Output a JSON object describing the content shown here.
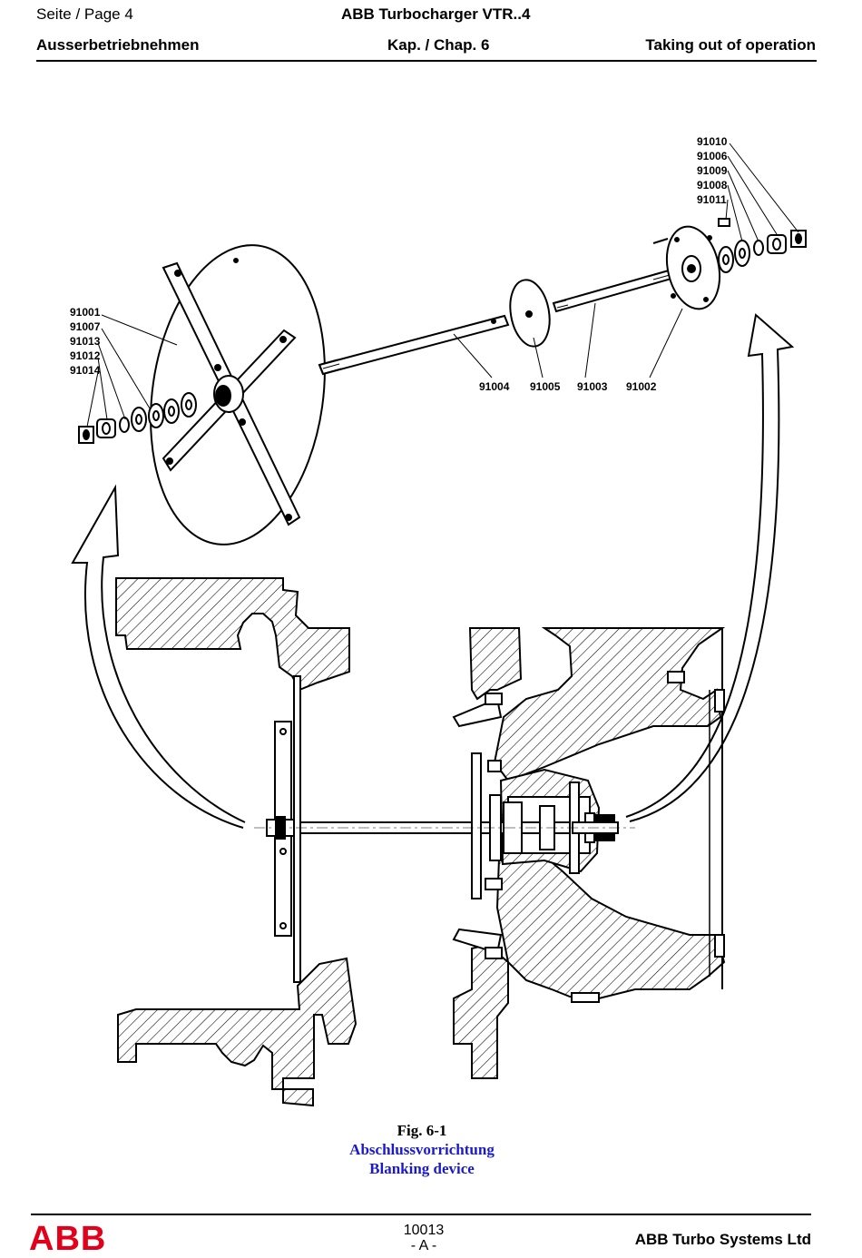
{
  "header": {
    "page_label": "Seite / Page  4",
    "doc_title": "ABB Turbocharger VTR..4",
    "section_de": "Ausserbetriebnehmen",
    "chapter": "Kap. / Chap. 6",
    "section_en": "Taking out of operation"
  },
  "parts": {
    "left_stack": [
      "91001",
      "91007",
      "91013",
      "91012",
      "91014"
    ],
    "right_stack": [
      "91010",
      "91006",
      "91009",
      "91008",
      "91011"
    ],
    "shaft_row": [
      "91004",
      "91005",
      "91003",
      "91002"
    ]
  },
  "caption": {
    "fig": "Fig. 6-1",
    "de": "Abschlussvorrichtung",
    "en": "Blanking device",
    "color": "#1a1acc"
  },
  "footer": {
    "logo": "ABB",
    "logo_color": "#e2001a",
    "doc_number": "10013",
    "revision": "- A -",
    "company": "ABB Turbo Systems Ltd"
  }
}
